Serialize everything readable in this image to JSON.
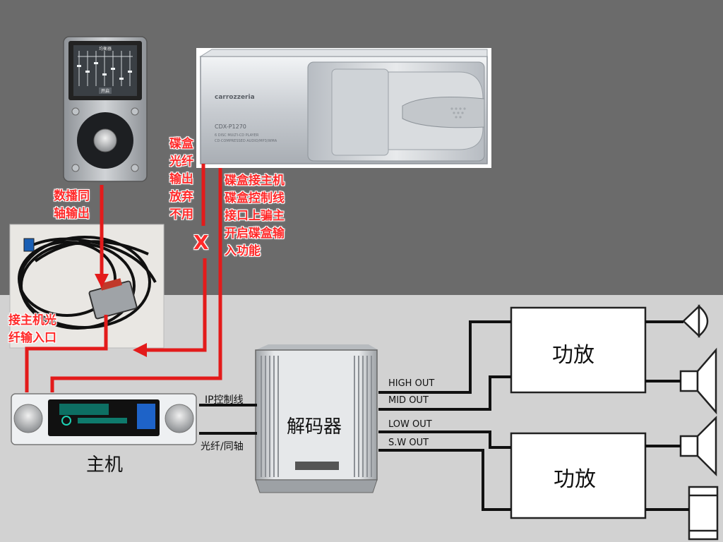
{
  "labels": {
    "player_output": [
      "数播同",
      "轴输出"
    ],
    "changer_fiber": [
      "碟盒",
      "光纤",
      "输出",
      "放弃",
      "不用"
    ],
    "changer_connect": [
      "碟盒接主机",
      "碟盒控制线",
      "接口上骗主",
      "开启碟盒输",
      "入功能"
    ],
    "head_fiber_in": [
      "接主机光",
      "纤输入口"
    ],
    "cross_mark": "X"
  },
  "devices": {
    "head_unit": "主机",
    "decoder": "解码器",
    "amp_top": "功放",
    "amp_bottom": "功放"
  },
  "connections": {
    "ip_control": "IP控制线",
    "fiber_coax": "光纤/同轴"
  },
  "outputs": [
    "HIGH OUT",
    "MID OUT",
    "LOW OUT",
    "S.W OUT"
  ],
  "changer_text": {
    "brand": "carrozzeria",
    "model": "CDX-P1270",
    "sub": "6 DISC MULTI-CD PLAYER",
    "sub2": "CD·COMPRESSED AUDIO/MP3/WMA"
  },
  "player_screen": {
    "top_text": "均衡器",
    "bottom_text": "开启"
  },
  "colors": {
    "wire_red": "#e31b1b",
    "wire_black": "#111111",
    "bg_top": "#6b6b6b",
    "bg_bottom": "#d2d2d2"
  }
}
